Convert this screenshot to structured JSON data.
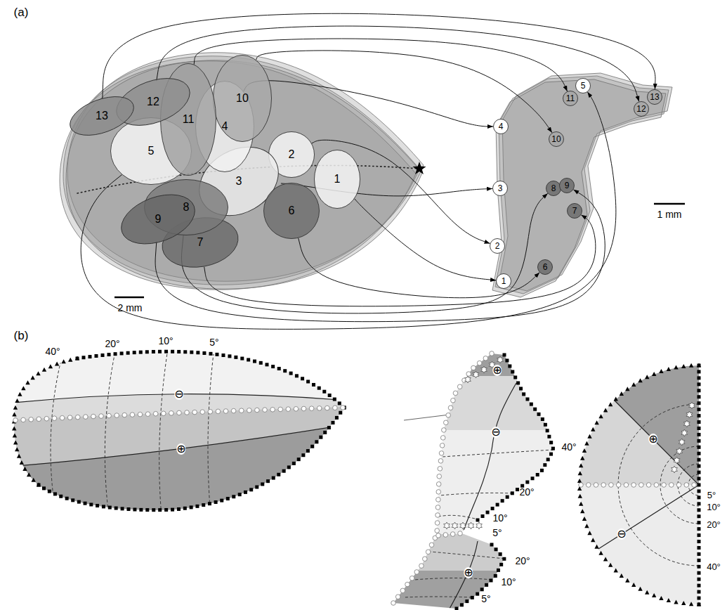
{
  "diagram": {
    "nodes": [
      {
        "text": [
          "1"
        ]
      },
      {
        "text": [
          "2"
        ]
      },
      {
        "text": [
          "3"
        ]
      },
      {
        "text": [
          "4"
        ]
      },
      {
        "text": [
          "5"
        ]
      },
      {
        "text": [
          "6"
        ]
      },
      {
        "text": [
          "7"
        ]
      },
      {
        "text": [
          "8"
        ]
      },
      {
        "text": [
          "9"
        ]
      },
      {
        "text": [
          "10"
        ]
      },
      {
        "text": [
          "11"
        ]
      },
      {
        "text": [
          "12"
        ]
      },
      {
        "text": [
          "13"
        ]
      },
      {
        "text": [
          "1"
        ]
      },
      {
        "text": [
          "2"
        ]
      },
      {
        "text": [
          "3"
        ]
      },
      {
        "text": [
          "4"
        ]
      },
      {
        "text": [
          "5"
        ]
      },
      {
        "text": [
          "6"
        ]
      },
      {
        "text": [
          "7"
        ]
      },
      {
        "text": [
          "8"
        ]
      },
      {
        "text": [
          "9"
        ]
      },
      {
        "text": [
          "10"
        ]
      },
      {
        "text": [
          "11"
        ]
      },
      {
        "text": [
          "12"
        ]
      },
      {
        "text": [
          "13"
        ]
      }
    ],
    "edges": [
      {
        "from": 0,
        "to": 13,
        "arrow": "to"
      },
      {
        "from": 1,
        "to": 14,
        "arrow": "to"
      },
      {
        "from": 2,
        "to": 15,
        "arrow": "to"
      },
      {
        "from": 3,
        "to": 16,
        "arrow": "to"
      },
      {
        "from": 4,
        "to": 17,
        "arrow": "to"
      },
      {
        "from": 5,
        "to": 18,
        "arrow": "to"
      },
      {
        "from": 6,
        "to": 19,
        "arrow": "to"
      },
      {
        "from": 7,
        "to": 20,
        "arrow": "to"
      },
      {
        "from": 8,
        "to": 21,
        "arrow": "to"
      },
      {
        "from": 9,
        "to": 22,
        "arrow": "to"
      },
      {
        "from": 10,
        "to": 23,
        "arrow": "to"
      },
      {
        "from": 11,
        "to": 24,
        "arrow": "to"
      },
      {
        "from": 12,
        "to": 25,
        "arrow": "to"
      }
    ],
    "labels": [
      "(a)",
      "2 mm",
      "1 mm",
      "(b)",
      "40°",
      "20°",
      "10°",
      "5°",
      "⊖",
      "⊕",
      "⊕",
      "⊖",
      "40°",
      "20°",
      "10°",
      "5°",
      "20°",
      "10°",
      "5°",
      "⊕",
      "⊕",
      "⊖",
      "5°",
      "10°",
      "20°",
      "40°"
    ]
  }
}
